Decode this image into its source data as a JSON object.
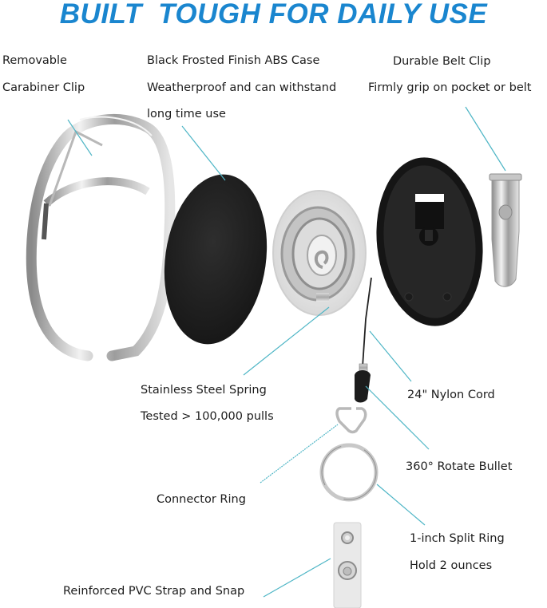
{
  "title": "BUILT  TOUGH FOR DAILY USE",
  "colors": {
    "title": "#1a86cf",
    "leader_line": "#4fb6c6",
    "text": "#1c1c1c",
    "case_black": "#1e1e1e",
    "metal": "#c9c9c9"
  },
  "callouts": {
    "carabiner": {
      "line1": "Removable",
      "line2": "Carabiner Clip"
    },
    "case": {
      "line1": "Black Frosted  Finish ABS Case",
      "line2": "Weatherproof and can withstand",
      "line3": "long time use"
    },
    "belt_clip": {
      "line1": "Durable Belt Clip",
      "line2": "Firmly grip on pocket or belt"
    },
    "spring": {
      "line1": "Stainless Steel Spring",
      "line2": "Tested > 100,000 pulls"
    },
    "cord": {
      "line1": "24\" Nylon Cord"
    },
    "bullet": {
      "line1": "360° Rotate Bullet"
    },
    "connector": {
      "line1": "Connector Ring"
    },
    "split_ring": {
      "line1": "1-inch Split Ring",
      "line2": "Hold 2 ounces"
    },
    "strap": {
      "line1": "Reinforced PVC Strap and Snap"
    }
  },
  "parts": [
    {
      "icon": "carabiner-clip-icon"
    },
    {
      "icon": "case-front-cover-icon"
    },
    {
      "icon": "spring-reel-icon"
    },
    {
      "icon": "case-back-cover-icon"
    },
    {
      "icon": "belt-clip-icon"
    },
    {
      "icon": "nylon-cord-icon"
    },
    {
      "icon": "rotate-bullet-icon"
    },
    {
      "icon": "connector-ring-icon"
    },
    {
      "icon": "split-ring-icon"
    },
    {
      "icon": "pvc-strap-icon"
    }
  ]
}
